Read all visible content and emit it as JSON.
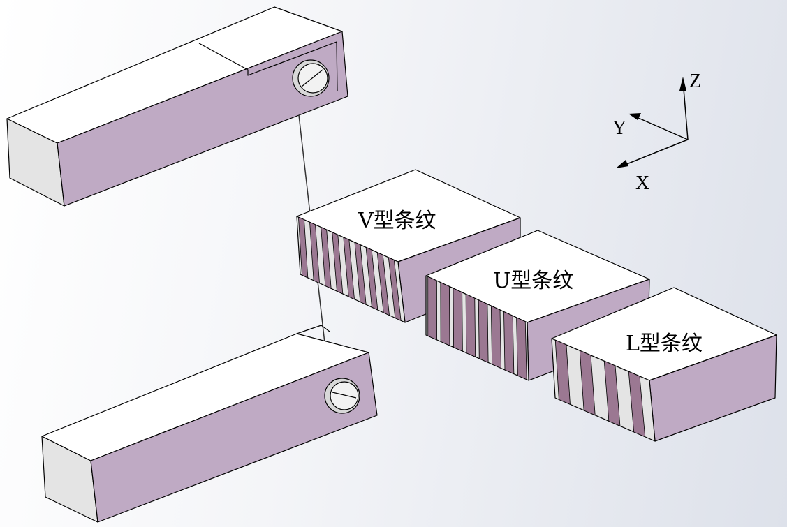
{
  "labels": {
    "v_type": "V型条纹",
    "u_type": "U型条纹",
    "l_type": "L型条纹"
  },
  "axes": {
    "z": "Z",
    "y": "Y",
    "x": "X"
  },
  "colors": {
    "face_pink": "#bfaac4",
    "face_white": "#ffffff",
    "stripe_dark": "#9b7892"
  }
}
